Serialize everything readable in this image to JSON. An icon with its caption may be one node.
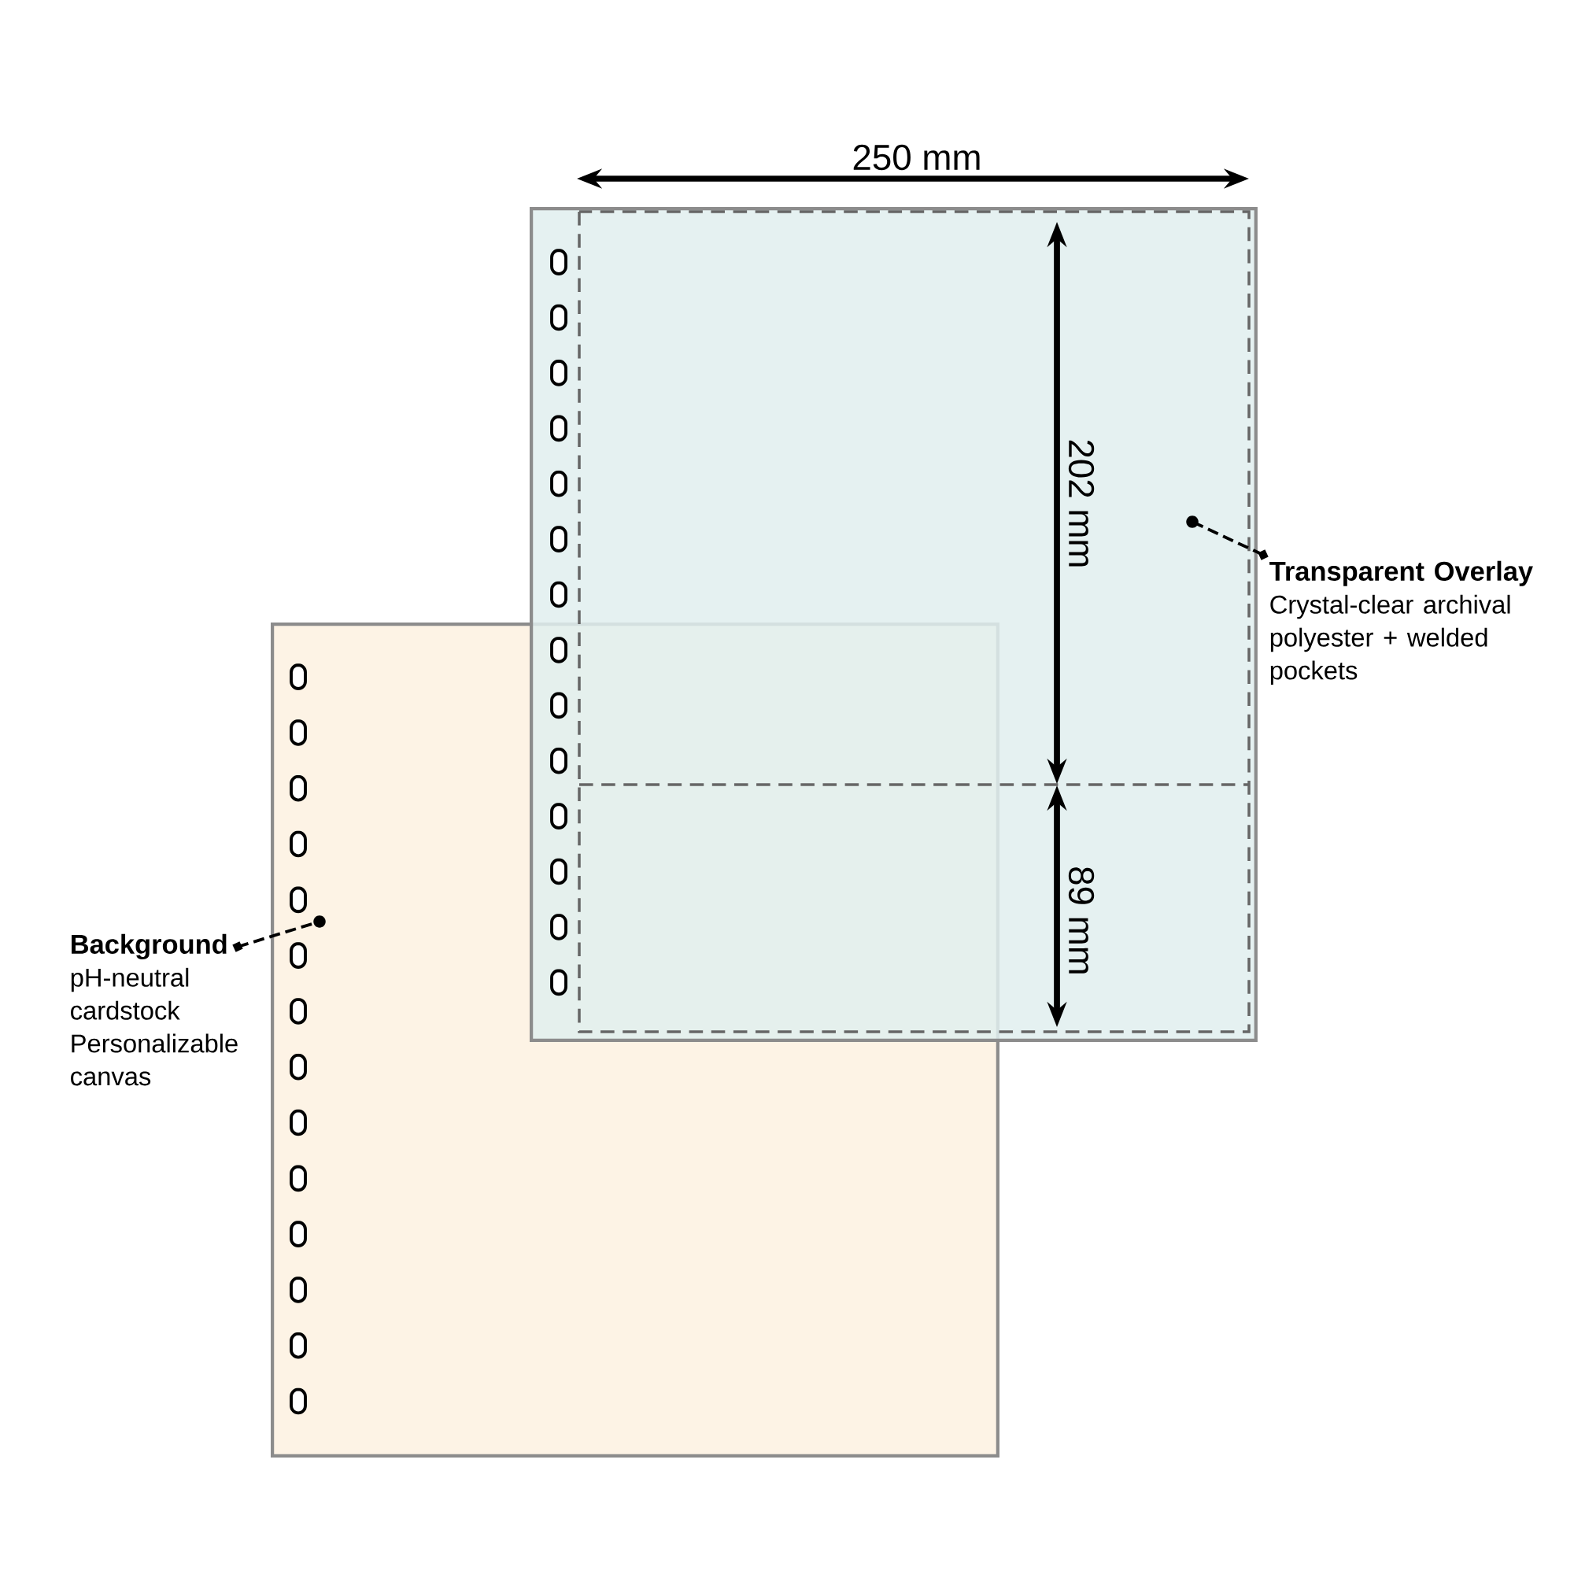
{
  "diagram": {
    "nodes": [
      {
        "text": [],
        "shape": "box"
      },
      {
        "text": [
          "Transparent Overlay",
          "Crystal-clear archival polyester + welded pockets"
        ]
      },
      {
        "text": [],
        "shape": "box"
      },
      {
        "text": [
          "Background",
          "pH-neutral cardstock",
          "Personalizable canvas"
        ]
      }
    ],
    "edges": [
      {
        "from": 1,
        "to": 0,
        "arrow": "other",
        "style": "dashed"
      },
      {
        "from": 3,
        "to": 2,
        "arrow": "other",
        "style": "dashed"
      }
    ],
    "labels": [
      "250 mm",
      "202 mm",
      "89 mm"
    ]
  }
}
